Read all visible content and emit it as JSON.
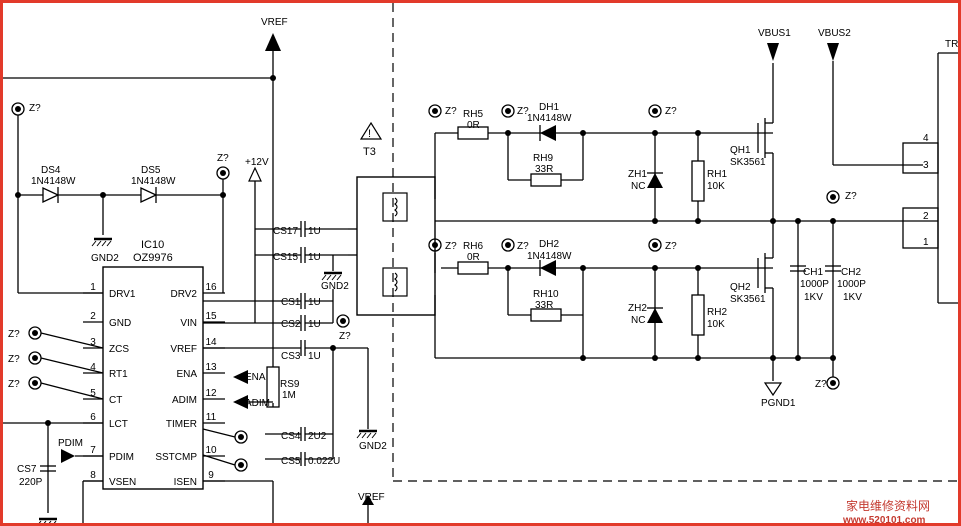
{
  "nets": {
    "vref_top": "VREF",
    "vref_bottom": "VREF",
    "plus12v": "+12V",
    "vbus1": "VBUS1",
    "vbus2": "VBUS2",
    "tr": "TR",
    "gnd2_a": "GND2",
    "gnd2_b": "GND2",
    "gnd2_c": "GND2",
    "pgnd1": "PGND1",
    "ena": "ENA",
    "adim": "ADIM",
    "pdim": "PDIM"
  },
  "testpoints": {
    "label": "Z?"
  },
  "ic": {
    "ref": "IC10",
    "part": "OZ9976",
    "left_pins": [
      {
        "num": "1",
        "name": "DRV1"
      },
      {
        "num": "2",
        "name": "GND"
      },
      {
        "num": "3",
        "name": "ZCS"
      },
      {
        "num": "4",
        "name": "RT1"
      },
      {
        "num": "5",
        "name": "CT"
      },
      {
        "num": "6",
        "name": "LCT"
      },
      {
        "num": "7",
        "name": "PDIM"
      },
      {
        "num": "8",
        "name": "VSEN"
      }
    ],
    "right_pins": [
      {
        "num": "16",
        "name": "DRV2"
      },
      {
        "num": "15",
        "name": "VIN"
      },
      {
        "num": "14",
        "name": "VREF"
      },
      {
        "num": "13",
        "name": "ENA"
      },
      {
        "num": "12",
        "name": "ADIM"
      },
      {
        "num": "11",
        "name": "TIMER"
      },
      {
        "num": "10",
        "name": "SSTCMP"
      },
      {
        "num": "9",
        "name": "ISEN"
      }
    ]
  },
  "components": {
    "ds4": {
      "ref": "DS4",
      "value": "1N4148W"
    },
    "ds5": {
      "ref": "DS5",
      "value": "1N4148W"
    },
    "cs17": {
      "ref": "CS17",
      "value": "1U"
    },
    "cs15": {
      "ref": "CS15",
      "value": "1U"
    },
    "cs1": {
      "ref": "CS1",
      "value": "1U"
    },
    "cs2": {
      "ref": "CS2",
      "value": "1U"
    },
    "cs3": {
      "ref": "CS3",
      "value": "1U"
    },
    "cs4": {
      "ref": "CS4",
      "value": "2U2"
    },
    "cs5": {
      "ref": "CS5",
      "value": "0.022U"
    },
    "cs7": {
      "ref": "CS7",
      "value": "220P"
    },
    "rs9": {
      "ref": "RS9",
      "value": "1M"
    },
    "t3": {
      "ref": "T3"
    },
    "rh5": {
      "ref": "RH5",
      "value": "0R"
    },
    "rh6": {
      "ref": "RH6",
      "value": "0R"
    },
    "rh9": {
      "ref": "RH9",
      "value": "33R"
    },
    "rh10": {
      "ref": "RH10",
      "value": "33R"
    },
    "dh1": {
      "ref": "DH1",
      "value": "1N4148W"
    },
    "dh2": {
      "ref": "DH2",
      "value": "1N4148W"
    },
    "zh1": {
      "ref": "ZH1",
      "value": "NC"
    },
    "zh2": {
      "ref": "ZH2",
      "value": "NC"
    },
    "rh1": {
      "ref": "RH1",
      "value": "10K"
    },
    "rh2": {
      "ref": "RH2",
      "value": "10K"
    },
    "qh1": {
      "ref": "QH1",
      "value": "SK3561"
    },
    "qh2": {
      "ref": "QH2",
      "value": "SK3561"
    },
    "ch1": {
      "ref": "CH1",
      "value": "1000P",
      "rating": "1KV"
    },
    "ch2": {
      "ref": "CH2",
      "value": "1000P",
      "rating": "1KV"
    },
    "conn": {
      "pins": [
        "4",
        "3",
        "2",
        "1"
      ]
    }
  },
  "watermark": {
    "cn": "家电维修资料网",
    "url": "www.520101.com"
  }
}
